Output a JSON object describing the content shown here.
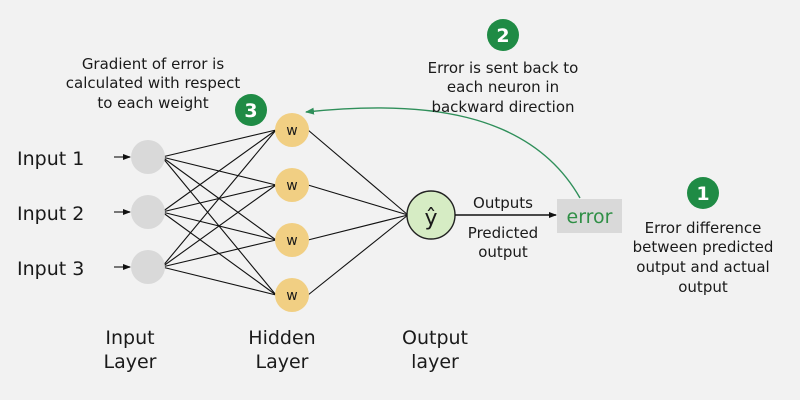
{
  "colors": {
    "background": "#f2f2f2",
    "input_node": "#d9d9d9",
    "hidden_node": "#f1cf83",
    "output_node": "#d6ecc4",
    "badge": "#1f8b45",
    "error_box": "#d9d9d9",
    "error_text": "#2f8f46",
    "backprop_arrow": "#2f8f5a",
    "edge": "#111111"
  },
  "inputs": [
    {
      "label": "Input 1"
    },
    {
      "label": "Input 2"
    },
    {
      "label": "Input 3"
    }
  ],
  "hidden_nodes": [
    {
      "label": "w"
    },
    {
      "label": "w"
    },
    {
      "label": "w"
    },
    {
      "label": "w"
    }
  ],
  "output_node": {
    "label": "ŷ"
  },
  "layer_labels": {
    "input": [
      "Input",
      "Layer"
    ],
    "hidden": [
      "Hidden",
      "Layer"
    ],
    "output": [
      "Output",
      "layer"
    ]
  },
  "output_arrow": {
    "top_label": "Outputs",
    "bottom_label": [
      "Predicted",
      "output"
    ]
  },
  "error_box": {
    "label": "error"
  },
  "steps": [
    {
      "number": "1",
      "text": [
        "Error difference",
        "between predicted",
        "output and actual",
        "output"
      ]
    },
    {
      "number": "2",
      "text": [
        "Error is sent back to",
        "each neuron in",
        "backward direction"
      ]
    },
    {
      "number": "3",
      "text": [
        "Gradient of error is",
        "calculated with respect",
        "to each weight"
      ]
    }
  ]
}
